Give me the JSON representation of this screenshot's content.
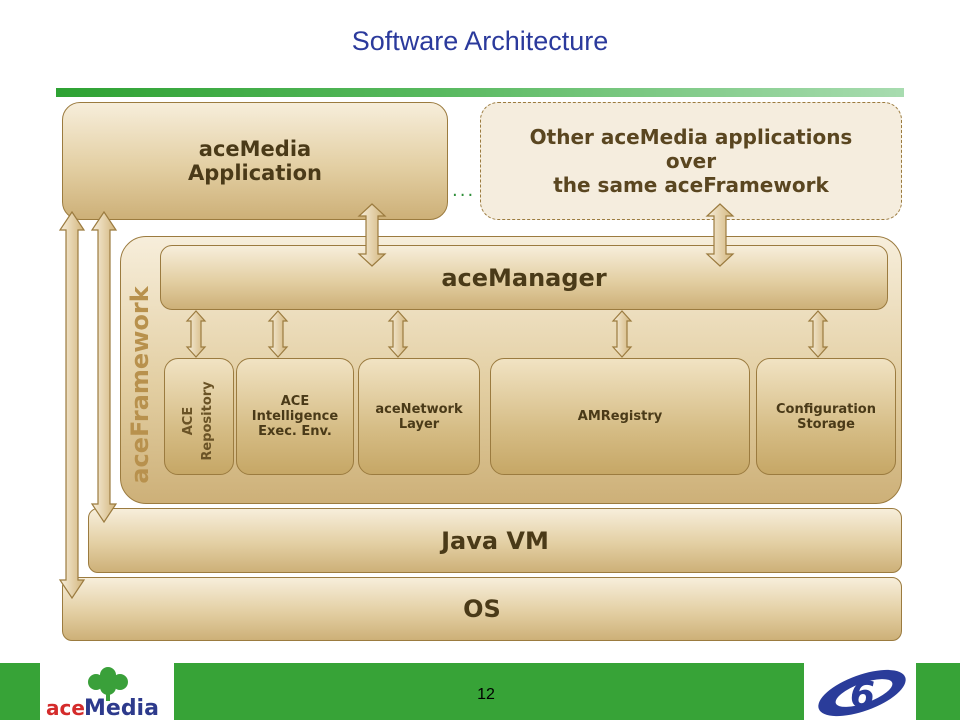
{
  "slide": {
    "title": "Software Architecture",
    "page_number": "12"
  },
  "boxes": {
    "acemedia_app": "aceMedia\nApplication",
    "other_apps": "Other aceMedia applications\nover\nthe same aceFramework",
    "ellipsis": "...",
    "acemanager": "aceManager",
    "aceframework": "aceFramework",
    "ace_repository": "ACE\nRepository",
    "ace_intelligence": "ACE\nIntelligence\nExec. Env.",
    "acenetwork": "aceNetwork\nLayer",
    "amregistry": "AMRegistry",
    "config_storage": "Configuration\nStorage",
    "javavm": "Java VM",
    "os": "OS"
  },
  "logos": {
    "left": "aceMedia",
    "left_ace": "ace",
    "left_media": "Media",
    "right": "6"
  },
  "colors": {
    "title": "#2b3a9c",
    "green": "#37a337",
    "box_fill": "#e3cfa3",
    "box_border": "#9b7b3f",
    "framework_label": "#b8914d"
  }
}
